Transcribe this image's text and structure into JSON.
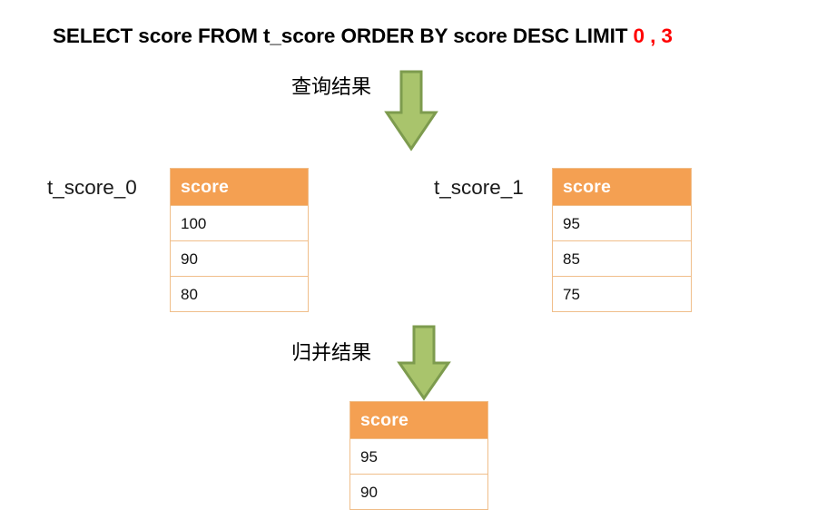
{
  "title": {
    "prefix": "SELECT score FROM t_score ORDER BY score DESC LIMIT ",
    "limit_args": "0 , 3",
    "full": "SELECT score FROM t_score ORDER BY score DESC LIMIT 0 , 3"
  },
  "colors": {
    "header_orange": "#F4A052",
    "table_border": "#F0BE8A",
    "arrow_fill": "#A9C46C",
    "arrow_stroke": "#7D9B4E",
    "accent_red": "#FF0000",
    "text_black": "#000000",
    "background": "#FFFFFF"
  },
  "steps": [
    {
      "label": "查询结果",
      "arrow": "down-arrow-query"
    },
    {
      "label": "归并结果",
      "arrow": "down-arrow-merge"
    }
  ],
  "tables": [
    {
      "name": "t_score_0",
      "column": "score",
      "rows": [
        "100",
        "90",
        "80"
      ]
    },
    {
      "name": "t_score_1",
      "column": "score",
      "rows": [
        "95",
        "85",
        "75"
      ]
    },
    {
      "name": "merged",
      "column": "score",
      "rows": [
        "95",
        "90"
      ]
    }
  ]
}
